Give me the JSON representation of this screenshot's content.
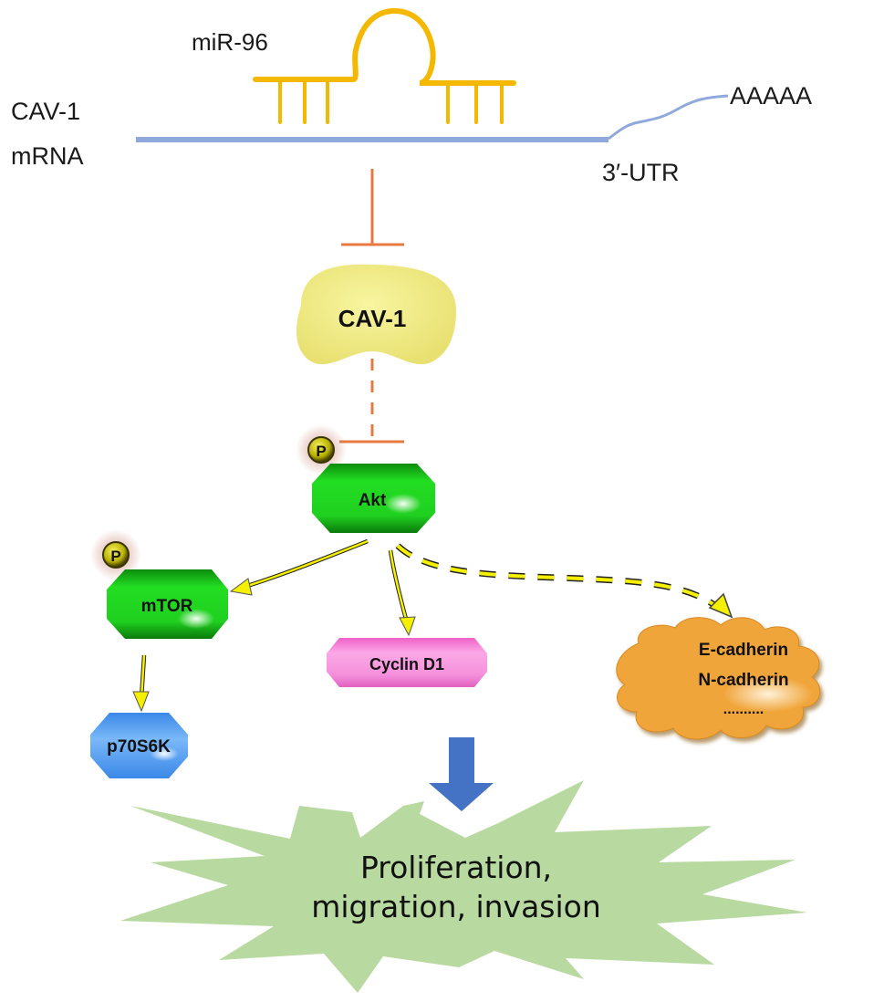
{
  "diagram": {
    "mrna": {
      "label_line1": "CAV-1",
      "label_line2": "mRNA",
      "utr_label": "3′-UTR",
      "polya_label": "AAAAA",
      "color": "#8fa9dc"
    },
    "mirna": {
      "label": "miR-96",
      "color": "#f5b800"
    },
    "nodes": {
      "cav1": {
        "label": "CAV-1",
        "color": "#eeea7a"
      },
      "akt": {
        "label": "Akt",
        "color": "#1ed41e",
        "phospho_label": "P"
      },
      "mtor": {
        "label": "mTOR",
        "color": "#1ed41e",
        "phospho_label": "P"
      },
      "cyclin_d1": {
        "label": "Cyclin D1",
        "color": "#f27fd8"
      },
      "p70s6k": {
        "label": "p70S6K",
        "color": "#4a98ee"
      },
      "cadherins": {
        "line1": "E-cadherin",
        "line2": "N-cadherin",
        "line3": "..........",
        "color": "#f0a53a"
      }
    },
    "outcome": {
      "line1": "Proliferation,",
      "line2": "migration, invasion",
      "color": "#b8d9a0"
    },
    "edges": [
      {
        "from": "miR-96",
        "to": "CAV-1",
        "type": "inhibition",
        "style": "solid",
        "color": "#e87840"
      },
      {
        "from": "CAV-1",
        "to": "Akt",
        "type": "inhibition",
        "style": "dashed",
        "color": "#e87840"
      },
      {
        "from": "Akt",
        "to": "mTOR",
        "type": "activation",
        "style": "solid",
        "color": "#f5f000"
      },
      {
        "from": "Akt",
        "to": "Cyclin D1",
        "type": "activation",
        "style": "solid",
        "color": "#f5f000"
      },
      {
        "from": "Akt",
        "to": "E-cadherin/N-cadherin",
        "type": "activation",
        "style": "dashed",
        "color": "#f5f000"
      },
      {
        "from": "mTOR",
        "to": "p70S6K",
        "type": "activation",
        "style": "solid",
        "color": "#f5f000"
      },
      {
        "from": "pathway",
        "to": "outcome",
        "type": "result",
        "style": "block-arrow",
        "color": "#4472c4"
      }
    ]
  }
}
